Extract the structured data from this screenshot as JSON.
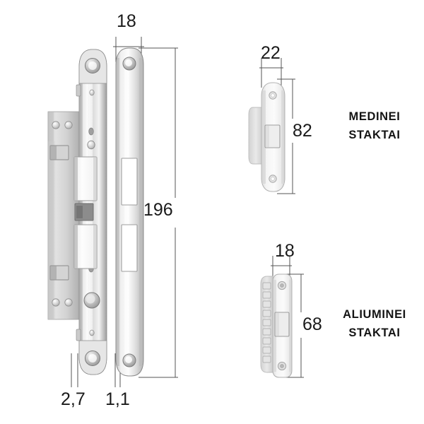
{
  "drawing": {
    "title": "Mortise lock with faceplate and strike plates",
    "background_color": "#ffffff",
    "line_color": "#4a4a4a",
    "text_color": "#1a1a1a",
    "metal_light": "#f2f2f2",
    "metal_mid": "#d8d8d8",
    "metal_dark": "#a8a8a8"
  },
  "dimensions": {
    "faceplate_width": "18",
    "faceplate_length": "196",
    "faceplate_thickness": "1,1",
    "lockbody_thickness": "2,7",
    "wood_strike_width": "22",
    "wood_strike_height": "82",
    "alu_strike_width": "18",
    "alu_strike_height": "68"
  },
  "labels": {
    "wood": {
      "line1": "MEDINEI",
      "line2": "STAKTAI"
    },
    "aluminium": {
      "line1": "ALIUMINEI",
      "line2": "STAKTAI"
    }
  },
  "parts": {
    "lock_body": "mortise-lock-body",
    "faceplate": "lock-faceplate",
    "wood_strike": "wooden-frame-strike-plate",
    "alu_strike": "aluminium-frame-strike-plate"
  }
}
